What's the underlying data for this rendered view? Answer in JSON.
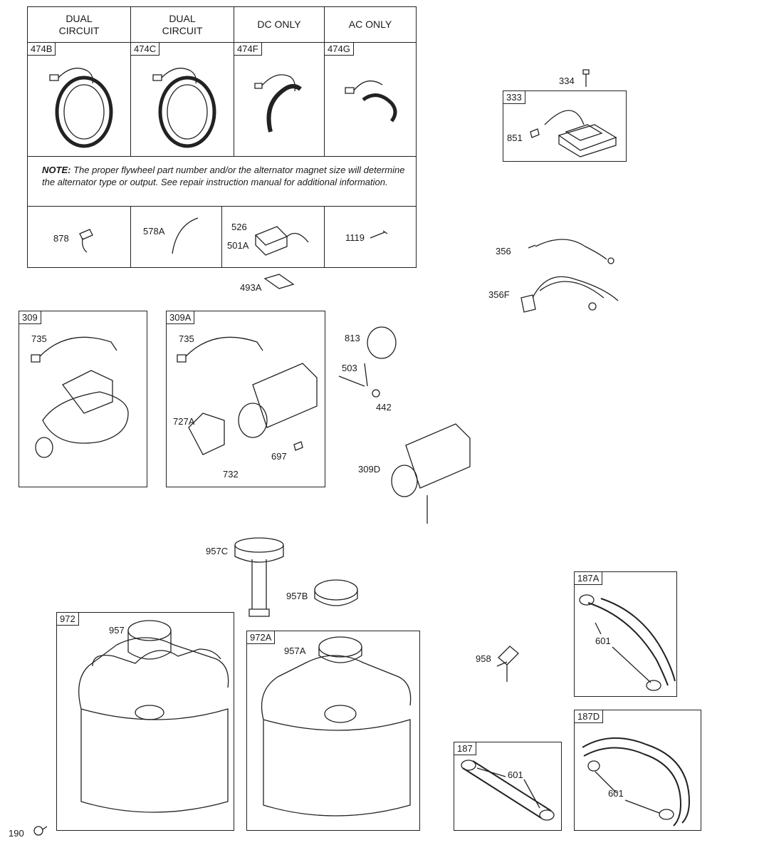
{
  "alternator_table": {
    "headers": [
      "DUAL\nCIRCUIT",
      "DUAL\nCIRCUIT",
      "DC ONLY",
      "AC ONLY"
    ],
    "parts": [
      "474B",
      "474C",
      "474F",
      "474G"
    ],
    "note_label": "NOTE:",
    "note_text": "The proper flywheel part number and/or the alternator magnet size will determine the alternator type or output. See repair instruction manual for additional information.",
    "bottom_parts": [
      "878",
      "578A",
      "526",
      "501A",
      "1119"
    ]
  },
  "labels": {
    "p493A": "493A",
    "p334": "334",
    "p333": "333",
    "p851": "851",
    "p356": "356",
    "p356F": "356F",
    "p309": "309",
    "p735a": "735",
    "p309A": "309A",
    "p735b": "735",
    "p727A": "727A",
    "p697": "697",
    "p732": "732",
    "p813": "813",
    "p503": "503",
    "p442": "442",
    "p309D": "309D",
    "p957C": "957C",
    "p957B": "957B",
    "p972": "972",
    "p957": "957",
    "p972A": "972A",
    "p957A": "957A",
    "p958": "958",
    "p187A": "187A",
    "p601a": "601",
    "p187D": "187D",
    "p601b": "601",
    "p187": "187",
    "p601c": "601",
    "p190": "190"
  }
}
